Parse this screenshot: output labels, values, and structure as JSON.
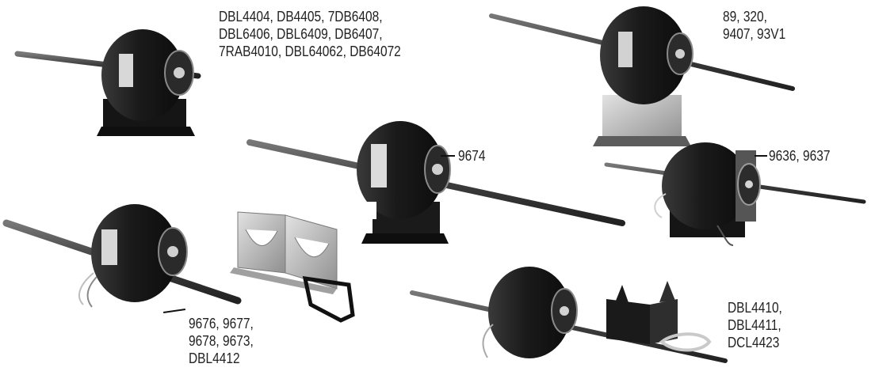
{
  "labels": {
    "motor_1": "DBL4404, DB4405, 7DB6408,\nDBL6406, DBL6409, DB6407,\n7RAB4010, DBL64062, DB64072",
    "motor_2": "89, 320,\n9407, 93V1",
    "motor_3": "9674",
    "motor_4": "9636, 9637",
    "motor_5": "9676, 9677,\n9678, 9673,\nDBL4412",
    "motor_6": "DBL4410,\nDBL4411,\nDCL4423"
  },
  "colors": {
    "background": "#ffffff",
    "motor_body": "#1c1c1c",
    "motor_shaft": "#4a4a4a",
    "bracket_metal": "#b9b9b9",
    "label_text": "#222222"
  }
}
